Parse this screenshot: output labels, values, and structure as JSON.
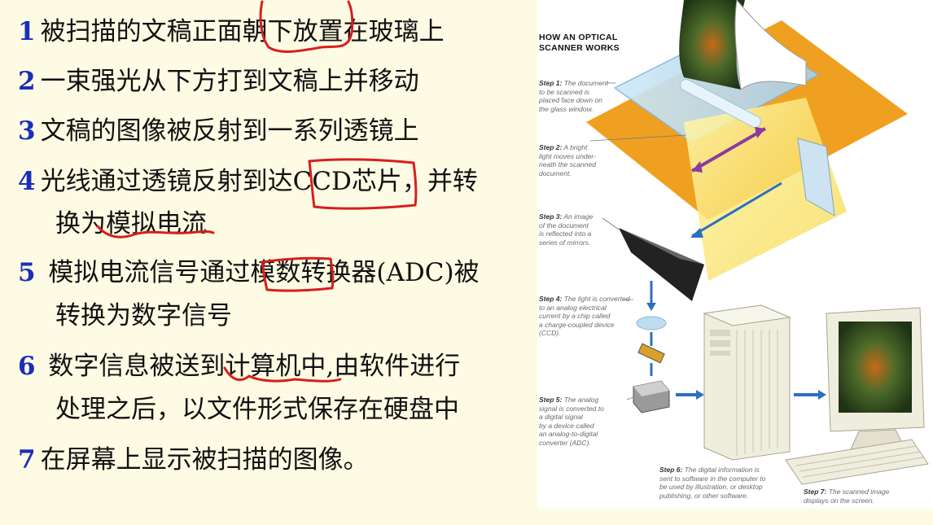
{
  "steps": [
    {
      "num": "1",
      "line1": "被扫描的文稿正面朝下放置在玻璃上"
    },
    {
      "num": "2",
      "line1": "一束强光从下方打到文稿上并移动"
    },
    {
      "num": "3",
      "line1": "文稿的图像被反射到一系列透镜上"
    },
    {
      "num": "4",
      "line1": "光线通过透镜反射到达CCD芯片，并转",
      "line2": "换为模拟电流"
    },
    {
      "num": "5",
      "line1": " 模拟电流信号通过模数转换器(ADC)被",
      "line2": "转换为数字信号"
    },
    {
      "num": "6",
      "line1": " 数字信息被送到计算机中,由软件进行",
      "line2": "处理之后，以文件形式保存在硬盘中"
    },
    {
      "num": "7",
      "line1": "在屏幕上显示被扫描的图像。"
    }
  ],
  "figure": {
    "title_line1": "HOW AN OPTICAL",
    "title_line2": "SCANNER WORKS",
    "captions": [
      {
        "head": "Step 1:",
        "lines": [
          " The document",
          "to be scanned is",
          "placed face down on",
          "the glass window."
        ]
      },
      {
        "head": "Step 2:",
        "lines": [
          " A bright",
          "light moves under-",
          "neath the scanned",
          "document."
        ]
      },
      {
        "head": "Step 3:",
        "lines": [
          " An image",
          "of the document",
          "is reflected into a",
          "series of mirrors."
        ]
      },
      {
        "head": "Step 4:",
        "lines": [
          " The light is converted",
          "to an analog electrical",
          "current by a chip called",
          "a charge-coupled device",
          "(CCD)."
        ]
      },
      {
        "head": "Step 5:",
        "lines": [
          " The analog",
          "signal is converted to",
          "a digital signal",
          "by a device called",
          "an analog-to-digital",
          "converter (ADC)."
        ]
      },
      {
        "head": "Step 6:",
        "lines": [
          " The digital information is",
          "sent to software in the computer to",
          "be used by illustration, or desktop",
          "publishing, or other software."
        ]
      },
      {
        "head": "Step 7:",
        "lines": [
          " The scanned image",
          "displays on the screen."
        ]
      }
    ]
  },
  "colors": {
    "number": "#1a2fb8",
    "background": "#fdfbe3",
    "annotation": "#d81e1e",
    "scanner_orange": "#f0a020",
    "arrow_blue": "#2c6fc0"
  }
}
